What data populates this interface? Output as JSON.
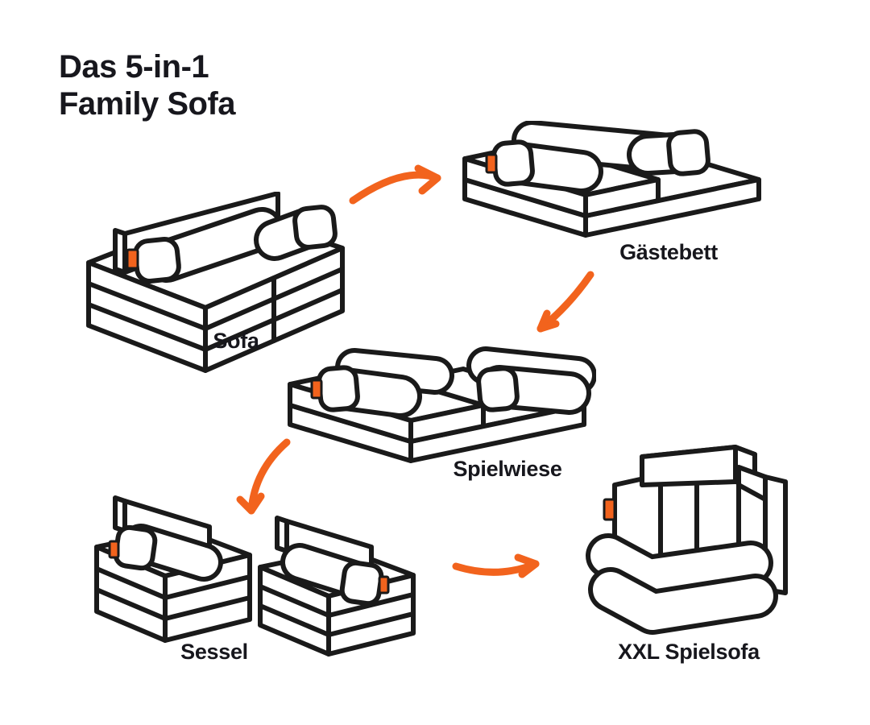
{
  "title": {
    "line1": "Das 5-in-1",
    "line2": "Family Sofa"
  },
  "figures": [
    {
      "id": "sofa",
      "label": "Sofa"
    },
    {
      "id": "gaestebett",
      "label": "Gästebett"
    },
    {
      "id": "spielwiese",
      "label": "Spielwiese"
    },
    {
      "id": "sessel",
      "label": "Sessel"
    },
    {
      "id": "xxl-spielsofa",
      "label": "XXL Spielsofa"
    }
  ],
  "arrows": [
    {
      "name": "arrow-sofa-to-gaestebett"
    },
    {
      "name": "arrow-gaestebett-to-spielwiese"
    },
    {
      "name": "arrow-spielwiese-to-sessel"
    },
    {
      "name": "arrow-sessel-to-xxl-spielsofa"
    }
  ],
  "colors": {
    "background": "#ffffff",
    "ink": "#1a1a1a",
    "text": "#17171d",
    "accent": "#f2631d"
  }
}
